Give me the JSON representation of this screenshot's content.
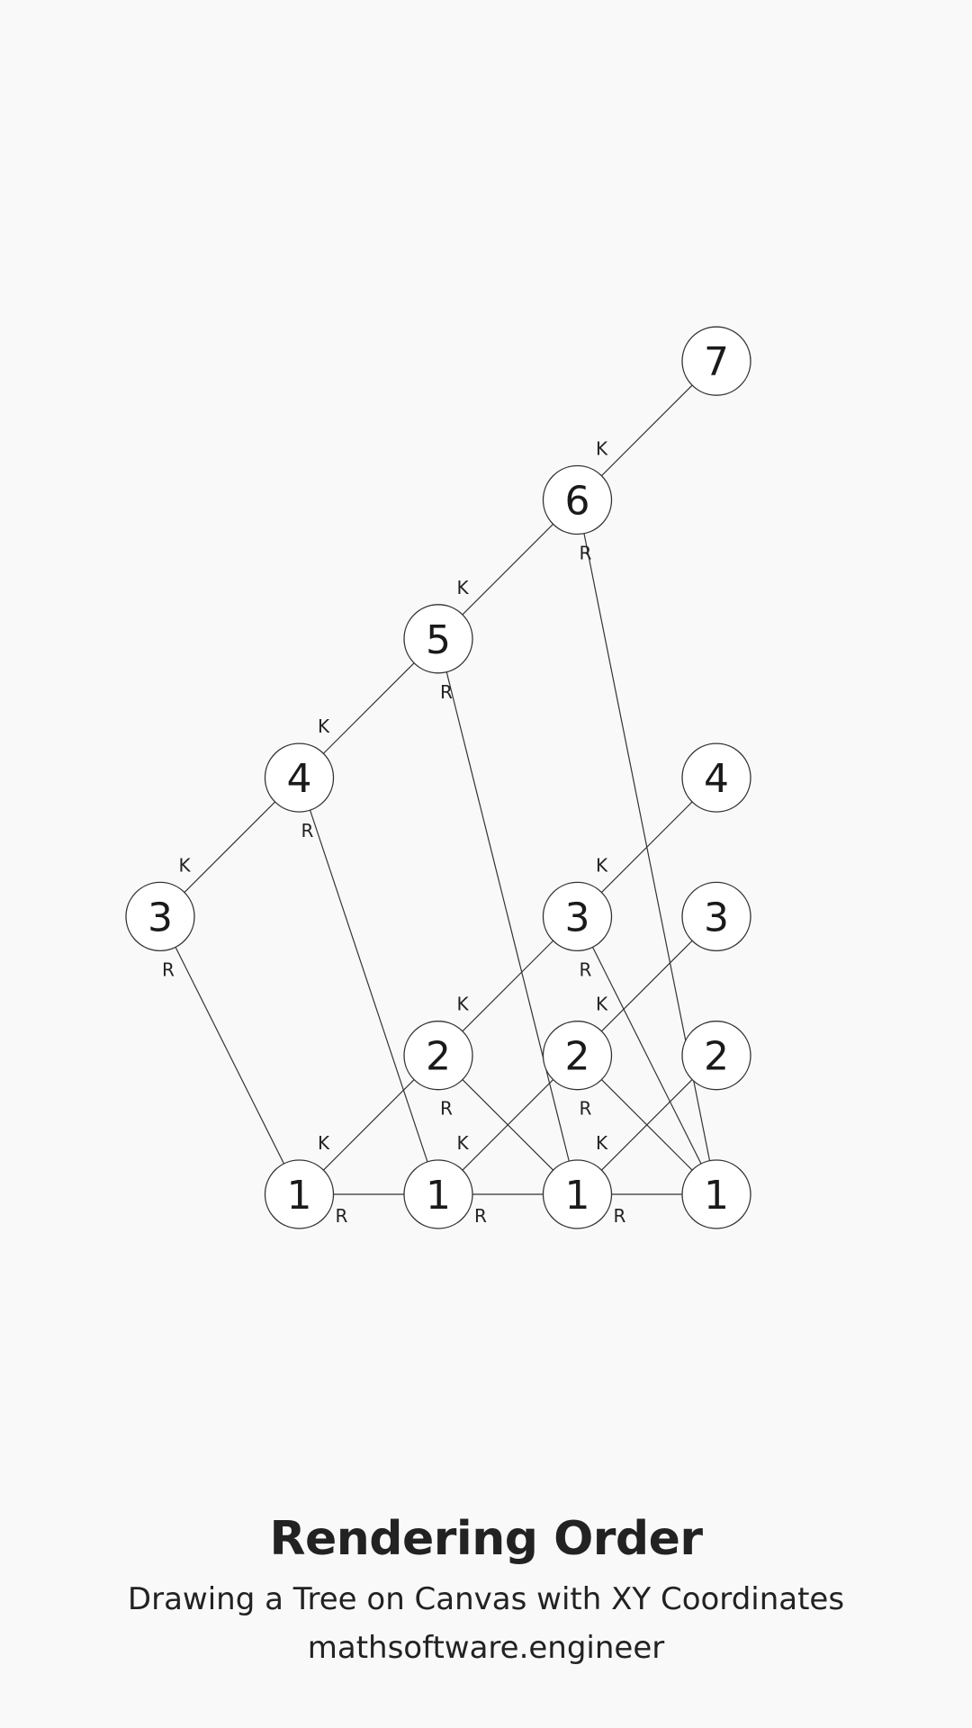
{
  "caption": {
    "title": "Rendering Order",
    "subtitle": "Drawing a Tree on Canvas with XY Coordinates",
    "site": "mathsoftware.engineer"
  },
  "diagram": {
    "colors": {
      "background": "#f9f9f9",
      "stroke": "#333333",
      "node_fill": "#ffffff",
      "text": "#222222"
    },
    "nodes": [
      {
        "id": "n7",
        "value": "7",
        "col": 5,
        "row": 7
      },
      {
        "id": "n6",
        "value": "6",
        "col": 4,
        "row": 6
      },
      {
        "id": "n5",
        "value": "5",
        "col": 3,
        "row": 5
      },
      {
        "id": "n4a",
        "value": "4",
        "col": 2,
        "row": 4
      },
      {
        "id": "n4b",
        "value": "4",
        "col": 5,
        "row": 4
      },
      {
        "id": "n3a",
        "value": "3",
        "col": 1,
        "row": 3
      },
      {
        "id": "n3b",
        "value": "3",
        "col": 4,
        "row": 3
      },
      {
        "id": "n3c",
        "value": "3",
        "col": 5,
        "row": 3
      },
      {
        "id": "n2a",
        "value": "2",
        "col": 3,
        "row": 2
      },
      {
        "id": "n2b",
        "value": "2",
        "col": 4,
        "row": 2
      },
      {
        "id": "n2c",
        "value": "2",
        "col": 5,
        "row": 2
      },
      {
        "id": "n1a",
        "value": "1",
        "col": 2,
        "row": 1
      },
      {
        "id": "n1b",
        "value": "1",
        "col": 3,
        "row": 1
      },
      {
        "id": "n1c",
        "value": "1",
        "col": 4,
        "row": 1
      },
      {
        "id": "n1d",
        "value": "1",
        "col": 5,
        "row": 1
      }
    ],
    "edges": [
      {
        "from": "n7",
        "to": "n6",
        "label": "K"
      },
      {
        "from": "n6",
        "to": "n5",
        "label": "K"
      },
      {
        "from": "n6",
        "to": "n1d",
        "label": "R"
      },
      {
        "from": "n5",
        "to": "n4a",
        "label": "K"
      },
      {
        "from": "n5",
        "to": "n1c",
        "label": "R"
      },
      {
        "from": "n4a",
        "to": "n3a",
        "label": "K"
      },
      {
        "from": "n4a",
        "to": "n1b",
        "label": "R"
      },
      {
        "from": "n3a",
        "to": "n1a",
        "label": "R"
      },
      {
        "from": "n4b",
        "to": "n3b",
        "label": "K"
      },
      {
        "from": "n3b",
        "to": "n2a",
        "label": "K"
      },
      {
        "from": "n3b",
        "to": "n1d",
        "label": "R"
      },
      {
        "from": "n2a",
        "to": "n1a",
        "label": "K"
      },
      {
        "from": "n2a",
        "to": "n1c",
        "label": "R"
      },
      {
        "from": "n3c",
        "to": "n2b",
        "label": "K"
      },
      {
        "from": "n2b",
        "to": "n1b",
        "label": "K"
      },
      {
        "from": "n2b",
        "to": "n1d",
        "label": "R"
      },
      {
        "from": "n2c",
        "to": "n1c",
        "label": "K"
      },
      {
        "from": "n1a",
        "to": "n1b",
        "label": "R"
      },
      {
        "from": "n1b",
        "to": "n1c",
        "label": "R"
      },
      {
        "from": "n1c",
        "to": "n1d",
        "label": "R"
      }
    ]
  }
}
